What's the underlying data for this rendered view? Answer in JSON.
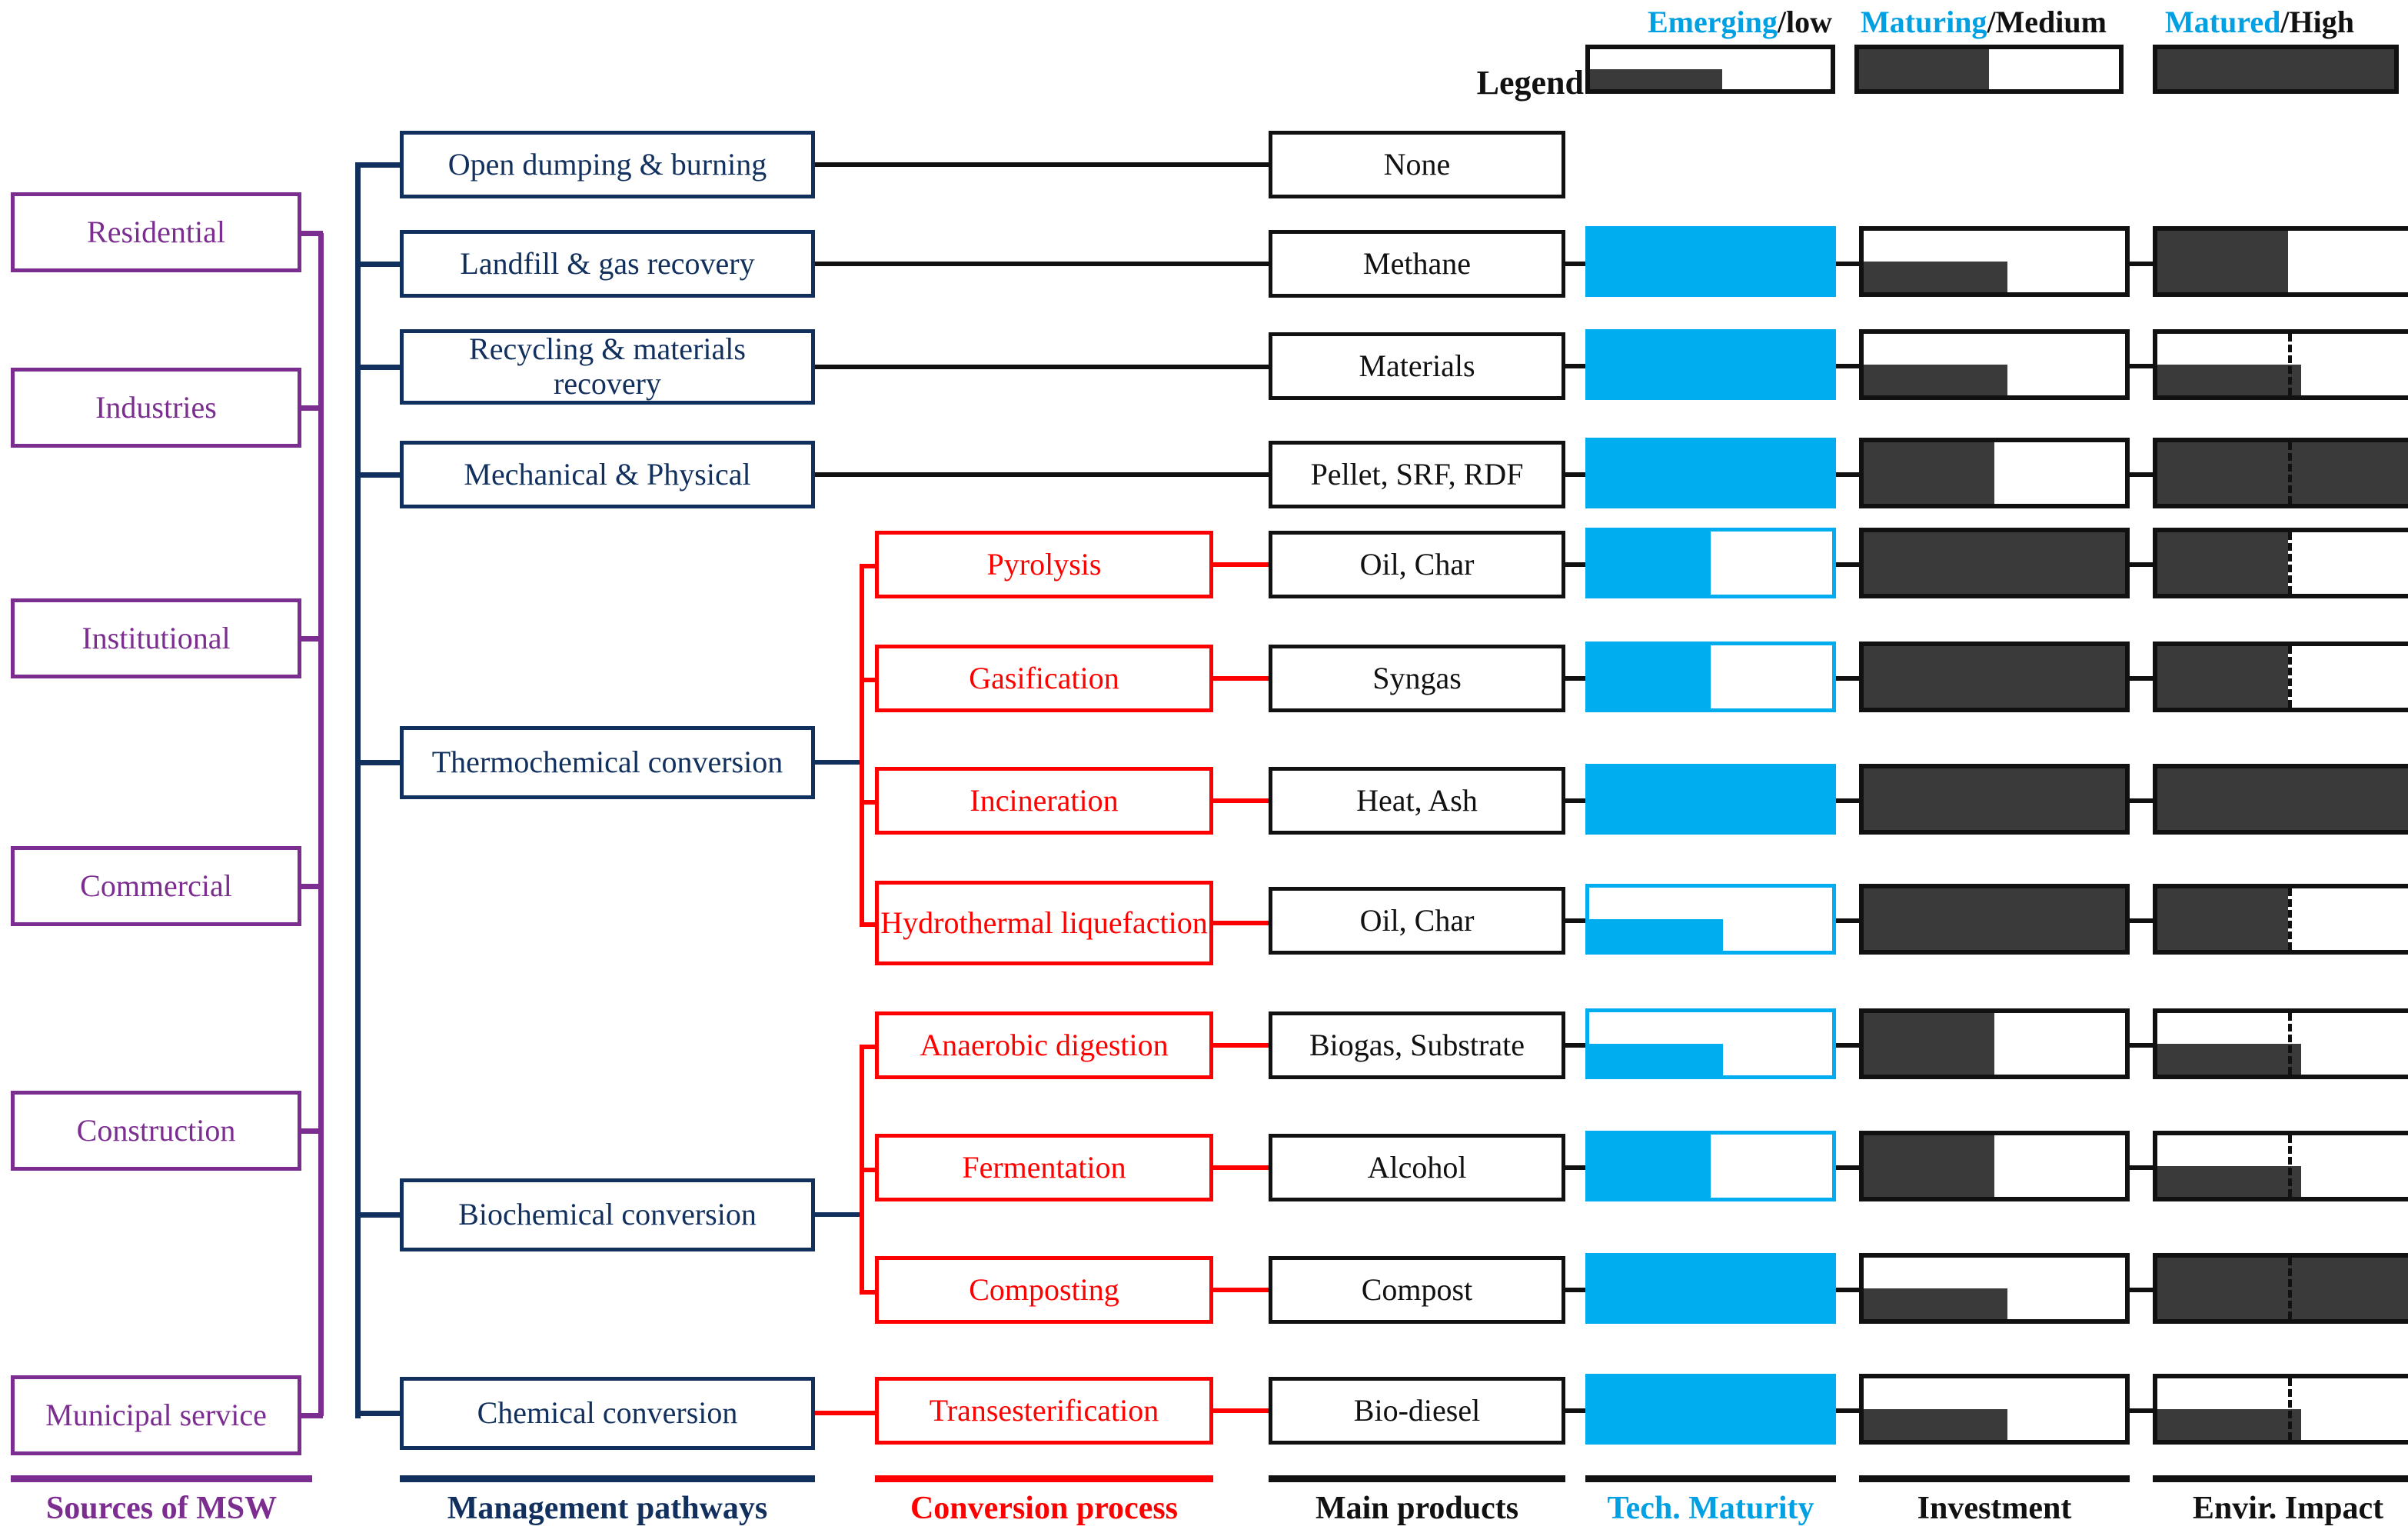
{
  "legend": {
    "label": "Legend",
    "states": [
      {
        "key": "emerging",
        "blue_word": "Emerging",
        "black_word": "/low",
        "fill": "emerging"
      },
      {
        "key": "maturing",
        "blue_word": "Maturing",
        "black_word": "/Medium",
        "fill": "maturing"
      },
      {
        "key": "matured",
        "blue_word": "Matured",
        "black_word": "/High",
        "fill": "matured"
      }
    ]
  },
  "colors": {
    "source": "#7B2D90",
    "pathway": "#12305E",
    "process": "#FF0000",
    "product": "#111111",
    "maturity": "#00AEEF",
    "bar_fill": "#3A3A3A"
  },
  "footers": [
    {
      "label": "Sources of MSW",
      "color": "purple"
    },
    {
      "label": "Management pathways",
      "color": "navy"
    },
    {
      "label": "Conversion process",
      "color": "red"
    },
    {
      "label": "Main products",
      "color": "black"
    },
    {
      "label": "Tech. Maturity",
      "color": "cyan"
    },
    {
      "label": "Investment",
      "color": "black"
    },
    {
      "label": "Envir. Impact",
      "color": "black"
    }
  ],
  "sources": [
    {
      "label": "Residential"
    },
    {
      "label": "Industries"
    },
    {
      "label": "Institutional"
    },
    {
      "label": "Commercial"
    },
    {
      "label": "Construction"
    },
    {
      "label": "Municipal service"
    }
  ],
  "pathways": [
    {
      "label": "Open dumping & burning"
    },
    {
      "label": "Landfill & gas recovery"
    },
    {
      "label": "Recycling & materials recovery"
    },
    {
      "label": "Mechanical & Physical"
    },
    {
      "label": "Thermochemical conversion"
    },
    {
      "label": "Biochemical conversion"
    },
    {
      "label": "Chemical conversion"
    }
  ],
  "rows": [
    {
      "process": "",
      "product": "None",
      "maturity": "none",
      "investment": "none",
      "impact": "none"
    },
    {
      "process": "",
      "product": "Methane",
      "maturity": "matured",
      "investment": "emerging",
      "impact": "maturing"
    },
    {
      "process": "",
      "product": "Materials",
      "maturity": "matured",
      "investment": "emerging",
      "impact": "emerging"
    },
    {
      "process": "",
      "product": "Pellet, SRF, RDF",
      "maturity": "matured",
      "investment": "maturing",
      "impact": "matured"
    },
    {
      "process": "Pyrolysis",
      "product": "Oil, Char",
      "maturity": "maturing",
      "investment": "matured",
      "impact": "maturing"
    },
    {
      "process": "Gasification",
      "product": "Syngas",
      "maturity": "maturing",
      "investment": "matured",
      "impact": "maturing"
    },
    {
      "process": "Incineration",
      "product": "Heat, Ash",
      "maturity": "matured",
      "investment": "matured",
      "impact": "matured"
    },
    {
      "process": "Hydrothermal liquefaction",
      "product": "Oil, Char",
      "maturity": "emerging",
      "investment": "matured",
      "impact": "maturing"
    },
    {
      "process": "Anaerobic digestion",
      "product": "Biogas, Substrate",
      "maturity": "emerging",
      "investment": "maturing",
      "impact": "emerging"
    },
    {
      "process": "Fermentation",
      "product": "Alcohol",
      "maturity": "maturing",
      "investment": "maturing",
      "impact": "emerging"
    },
    {
      "process": "Composting",
      "product": "Compost",
      "maturity": "matured",
      "investment": "emerging",
      "impact": "matured"
    },
    {
      "process": "Transesterification",
      "product": "Bio-diesel",
      "maturity": "matured",
      "investment": "emerging",
      "impact": "emerging"
    }
  ]
}
